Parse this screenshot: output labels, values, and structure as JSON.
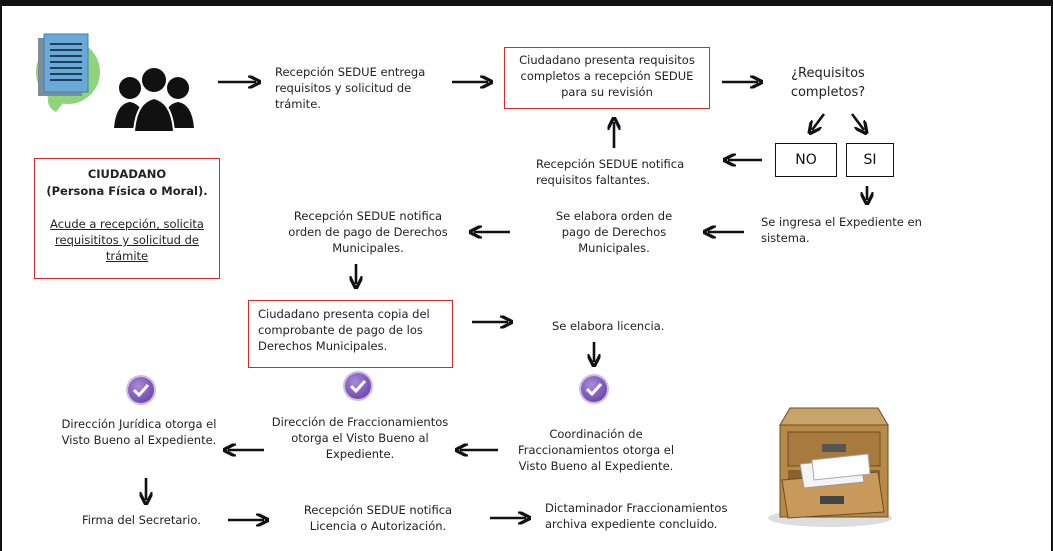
{
  "title_box": {
    "heading": "CIUDADANO",
    "subheading": "(Persona Física o Moral).",
    "body": "Acude a recepción, solicita requisititos y solicitud de trámite"
  },
  "steps": {
    "recepcion_entrega": "Recepción SEDUE entrega requisitos y solicitud de trámite.",
    "ciudadano_presenta": "Ciudadano presenta requisitos completos a recepción SEDUE para su revisión",
    "requisitos_completos": "¿Requisitos completos?",
    "no": "NO",
    "si": "SI",
    "notifica_faltantes": "Recepción SEDUE notifica requisitos faltantes.",
    "ingresa_expediente": "Se ingresa el Expediente en sistema.",
    "elabora_orden": "Se elabora orden de pago de Derechos Municipales.",
    "notifica_orden": "Recepción SEDUE notifica orden de pago de Derechos Municipales.",
    "presenta_comprobante": "Ciudadano presenta copia del comprobante de pago de los Derechos Municipales.",
    "elabora_licencia": "Se elabora licencia.",
    "coordinacion_vb": "Coordinación de Fraccionamientos otorga el Visto Bueno  al Expediente.",
    "direccion_fracc_vb": "Dirección de Fraccionamientos otorga el Visto Bueno  al Expediente.",
    "juridica_vb": "Dirección Jurídica otorga el Visto Bueno  al Expediente.",
    "firma_secretario": "Firma del Secretario.",
    "notifica_licencia": "Recepción SEDUE notifica Licencia o Autorización.",
    "archiva": "Dictaminador Fraccionamientos archiva expediente concluido."
  },
  "icons": [
    "people-document-icon",
    "check-icon",
    "filing-cabinet-icon",
    "arrow-icon"
  ]
}
